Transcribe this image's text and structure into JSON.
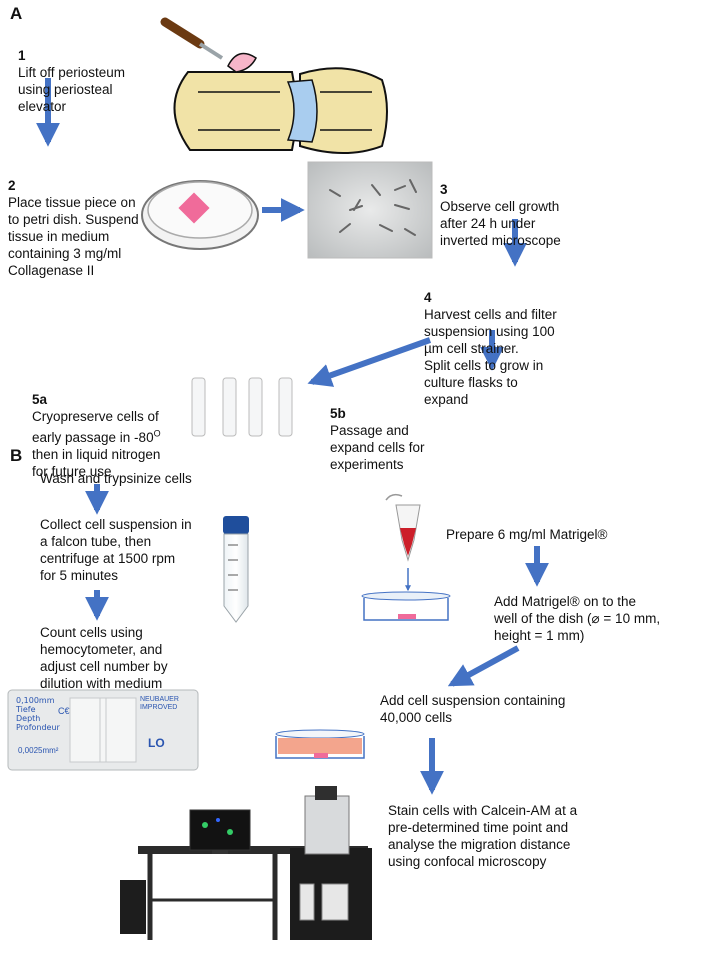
{
  "colors": {
    "arrow": "#4472c4",
    "pink": "#f06b9a",
    "bone": "#f1e3a7",
    "cartilage": "#a9cdef",
    "cap_green": "#2e8b3a"
  },
  "section_a": {
    "label": "A",
    "steps": [
      {
        "num": "1",
        "text": "Lift off periosteum\nusing periosteal\nelevator"
      },
      {
        "num": "2",
        "text": "Place tissue piece on\nto petri dish. Suspend\ntissue in medium\ncontaining 3 mg/ml\nCollagenase II"
      },
      {
        "num": "3",
        "text": "Observe cell growth\nafter 24 h under\ninverted microscope"
      },
      {
        "num": "4",
        "text": "Harvest cells and filter\nsuspension using 100\nµm cell strainer.\nSplit cells to grow in\nculture flasks to\nexpand"
      },
      {
        "num": "5a",
        "text_before_sup": "Cryopreserve cells of\nearly passage in -80",
        "sup": "O",
        "text_after_sup": "\nthen in liquid nitrogen\nfor future use"
      },
      {
        "num": "5b",
        "text": "Passage and\nexpand cells for\nexperiments"
      }
    ]
  },
  "section_b": {
    "label": "B",
    "steps": [
      {
        "text": "Wash and trypsinize cells"
      },
      {
        "text": "Collect cell suspension in\na falcon tube, then\ncentrifuge at 1500 rpm\nfor 5 minutes"
      },
      {
        "text": "Count cells using\nhemocytometer, and\nadjust cell number by\ndilution with medium"
      },
      {
        "text": "Prepare 6 mg/ml Matrigel®"
      },
      {
        "text": "Add Matrigel® on to the\nwell of the dish (⌀ = 10 mm,\nheight = 1 mm)"
      },
      {
        "text": "Add cell suspension containing\n40,000 cells"
      },
      {
        "text": "Stain cells with Calcein-AM at a\npre-determined time point and\nanalyse the migration distance\nusing confocal microscopy"
      }
    ],
    "hemocytometer": {
      "line1": "0,100mm",
      "line2": "Tiefe",
      "line3": "Depth",
      "line4": "Profondeur",
      "ce": "C€",
      "brand1": "NEUBAUER",
      "brand2": "IMPROVED",
      "area": "0,0025mm²",
      "logo": "LO"
    }
  },
  "icons": {
    "bone_joint": "bone-joint-illustration",
    "scalpel": "periosteal-elevator-icon",
    "petri": "petri-dish-icon",
    "micrograph": "cell-micrograph-image",
    "flask": "culture-flask-icon",
    "vial": "cryovial-icon",
    "falcon": "falcon-tube-icon",
    "eppendorf": "eppendorf-tube-icon",
    "microscope": "confocal-microscope-icon"
  }
}
